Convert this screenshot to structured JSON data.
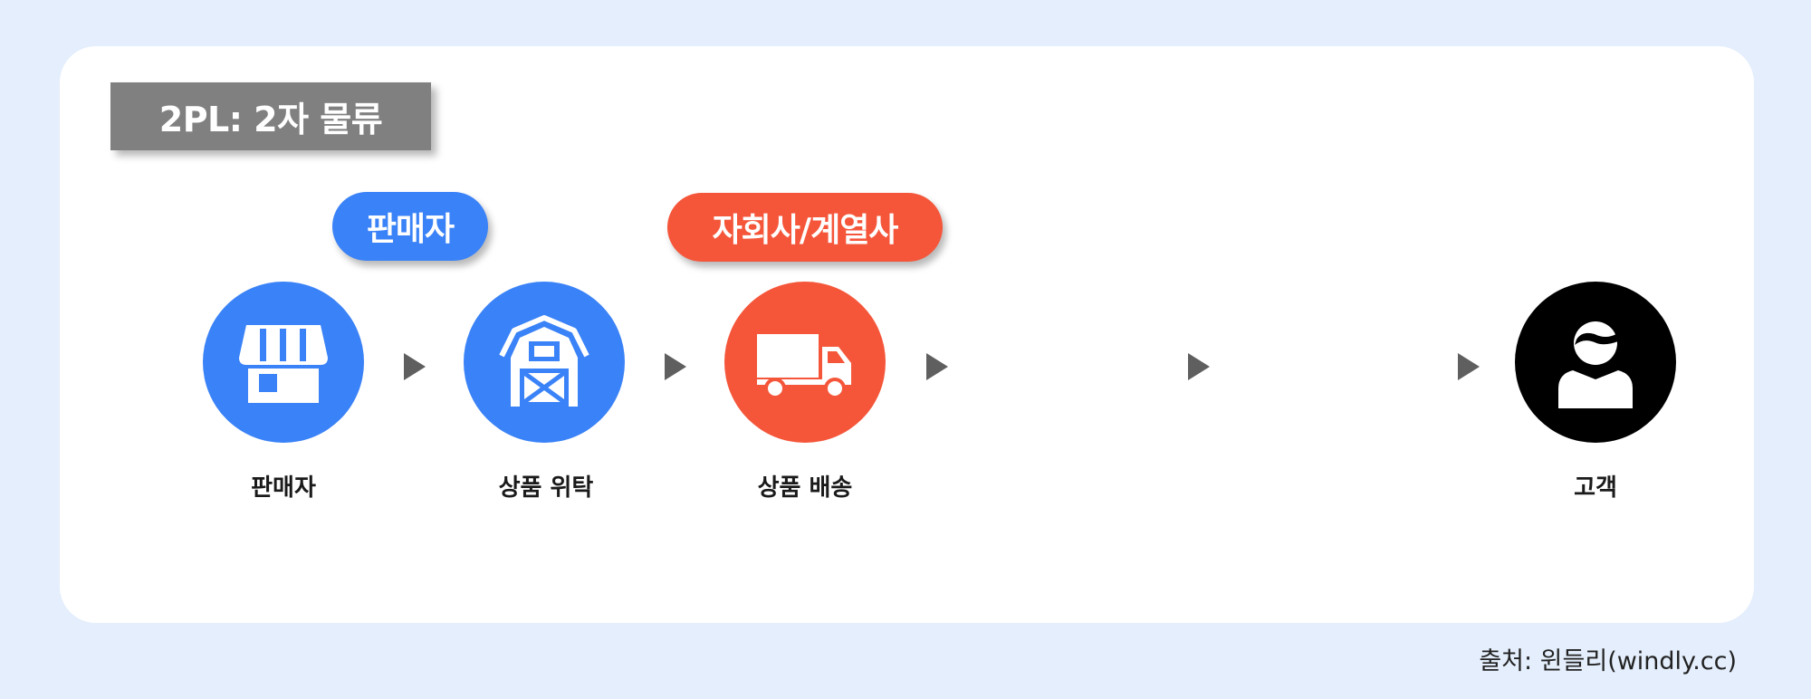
{
  "title": "2PL: 2자 물류",
  "badges": {
    "seller": "판매자",
    "affiliate": "자회사/계열사"
  },
  "steps": [
    {
      "label": "판매자",
      "icon": "store-icon",
      "color": "#3a82f7"
    },
    {
      "label": "상품 위탁",
      "icon": "barn-warehouse-icon",
      "color": "#3a82f7"
    },
    {
      "label": "상품 배송",
      "icon": "delivery-truck-icon",
      "color": "#f5563a"
    },
    {
      "label": "고객",
      "icon": "customer-person-icon",
      "color": "#000000"
    }
  ],
  "source": "출처: 윈들리(windly.cc)"
}
